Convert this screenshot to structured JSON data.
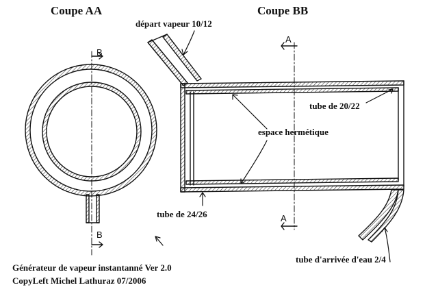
{
  "titles": {
    "section_aa": "Coupe  AA",
    "section_bb": "Coupe BB"
  },
  "labels": {
    "steam_outlet": "départ vapeur 10/12",
    "inner_tube": "tube de 20/22",
    "sealed_space": "espace hermétique",
    "outer_tube": "tube de 24/26",
    "water_inlet": "tube d'arrivée d'eau 2/4"
  },
  "section_marks": {
    "b_top": "B",
    "b_bottom": "B",
    "a_top": "A",
    "a_bottom": "A"
  },
  "footer": {
    "line1": "Générateur de vapeur instantanné Ver 2.0",
    "line2": "CopyLeft Michel Lathuraz 07/2006"
  },
  "colors": {
    "ink": "#111111",
    "hatch": "#444444",
    "background": "#ffffff"
  }
}
